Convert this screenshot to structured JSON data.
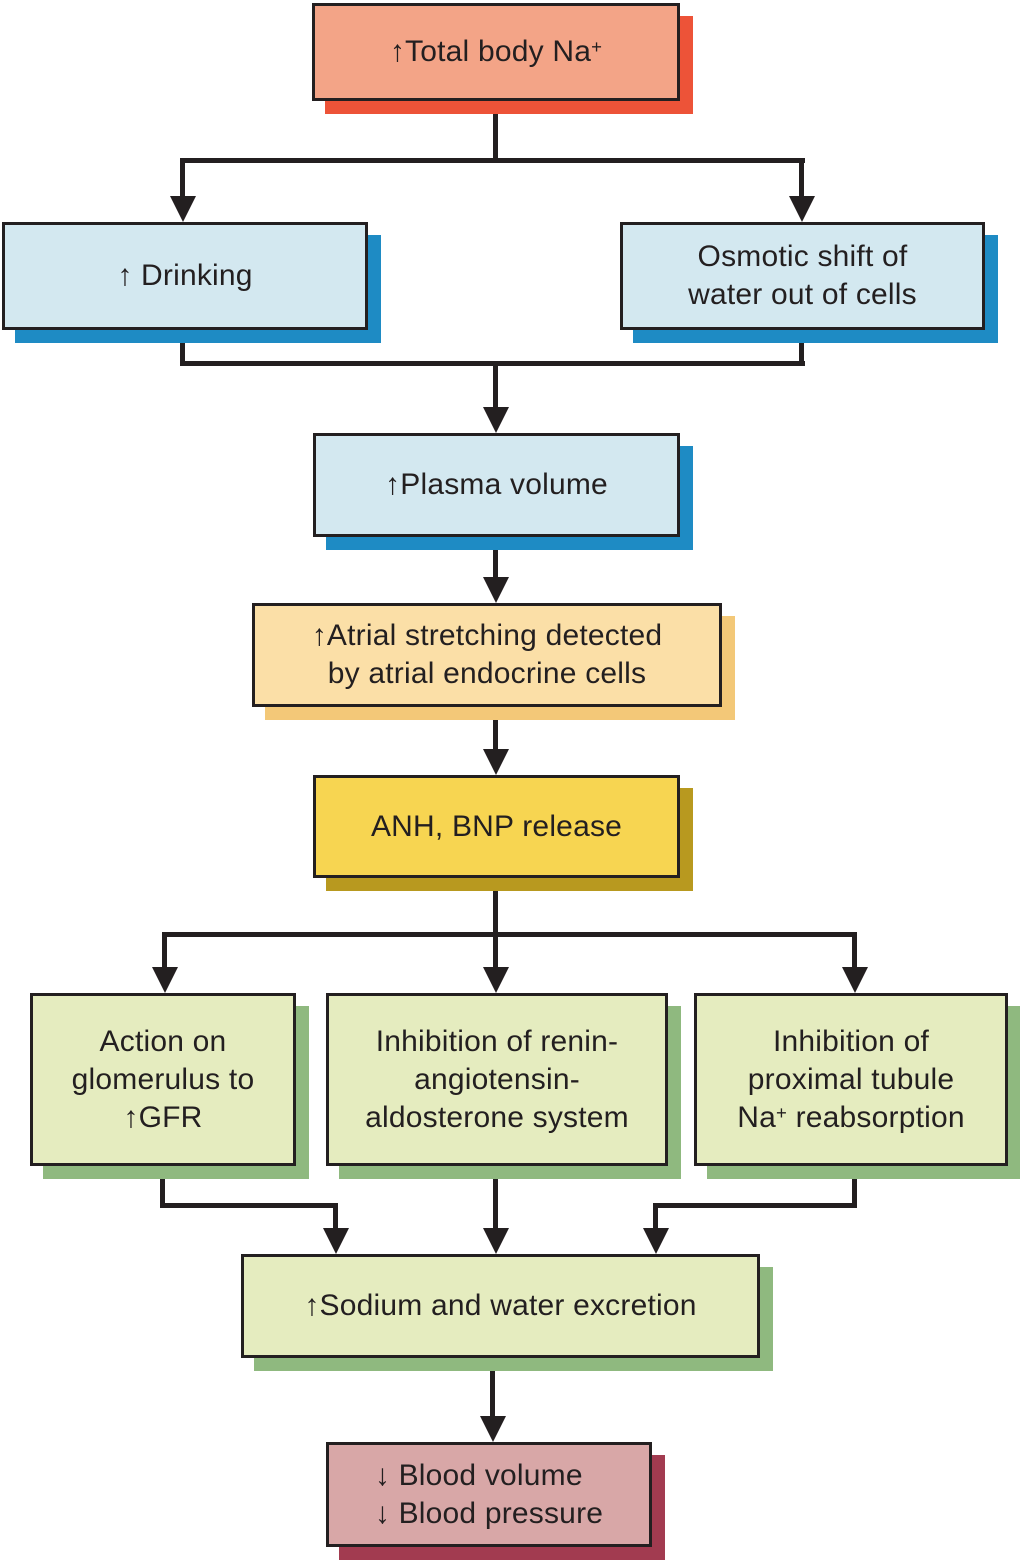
{
  "palette": {
    "line": "#231f20",
    "salmon": {
      "fill": "#F3A487",
      "shadow": "#ED5338"
    },
    "blue": {
      "fill": "#D3E8F0",
      "shadow": "#1E8BC4"
    },
    "tan": {
      "fill": "#FBDFA7",
      "shadow": "#F3C878"
    },
    "gold": {
      "fill": "#F7D551",
      "shadow": "#B8991F"
    },
    "green": {
      "fill": "#E5ECBF",
      "shadow": "#8FB97F"
    },
    "rose": {
      "fill": "#D8A7A7",
      "shadow": "#A23B50"
    }
  },
  "nodes": {
    "total_body_na": {
      "lines": [
        [
          {
            "t": "↑Total body Na"
          },
          {
            "t": "+",
            "sup": true
          }
        ]
      ]
    },
    "drinking": {
      "lines": [
        "↑ Drinking"
      ]
    },
    "osmotic_shift": {
      "lines": [
        "Osmotic shift of",
        "water out of cells"
      ]
    },
    "plasma_volume": {
      "lines": [
        "↑Plasma volume"
      ]
    },
    "atrial_stretching": {
      "lines": [
        "↑Atrial stretching detected",
        "by atrial endocrine cells"
      ]
    },
    "anh_bnp": {
      "lines": [
        "ANH, BNP release"
      ]
    },
    "glomerulus": {
      "lines": [
        "Action on",
        "glomerulus to",
        "↑GFR"
      ]
    },
    "raas": {
      "lines": [
        "Inhibition of renin-",
        "angiotensin-",
        "aldosterone system"
      ]
    },
    "proximal_tubule": {
      "lines": [
        "Inhibition of",
        "proximal tubule",
        [
          {
            "t": "Na"
          },
          {
            "t": "+",
            "sup": true
          },
          {
            "t": " reabsorption"
          }
        ]
      ]
    },
    "excretion": {
      "lines": [
        "↑Sodium and water excretion"
      ]
    },
    "blood": {
      "lines": [
        "↓ Blood volume",
        "↓ Blood pressure"
      ]
    }
  }
}
